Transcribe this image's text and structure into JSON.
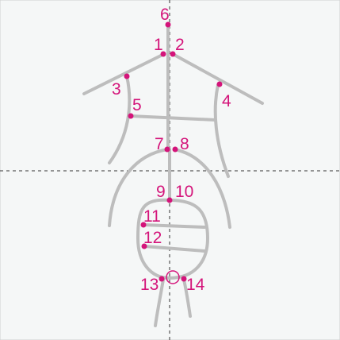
{
  "colors": {
    "background": "#f5f7f7",
    "stroke": "#bdbdbd",
    "accent": "#d4147a",
    "guide": "#333333"
  },
  "points": [
    {
      "id": "1",
      "label": "1"
    },
    {
      "id": "2",
      "label": "2"
    },
    {
      "id": "3",
      "label": "3"
    },
    {
      "id": "4",
      "label": "4"
    },
    {
      "id": "5",
      "label": "5"
    },
    {
      "id": "6",
      "label": "6"
    },
    {
      "id": "7",
      "label": "7"
    },
    {
      "id": "8",
      "label": "8"
    },
    {
      "id": "9",
      "label": "9"
    },
    {
      "id": "10",
      "label": "10"
    },
    {
      "id": "11",
      "label": "11"
    },
    {
      "id": "12",
      "label": "12"
    },
    {
      "id": "13",
      "label": "13"
    },
    {
      "id": "14",
      "label": "14"
    }
  ]
}
